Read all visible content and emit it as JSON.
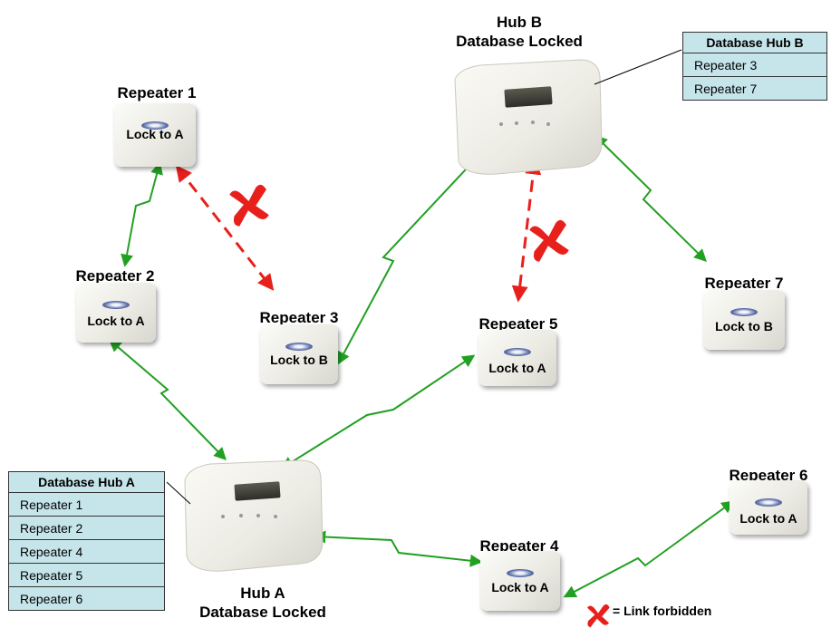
{
  "hub_a": {
    "name": "Hub A",
    "status": "Database Locked"
  },
  "hub_b": {
    "name": "Hub B",
    "status": "Database Locked"
  },
  "repeaters": [
    {
      "name": "Repeater 1",
      "lock": "Lock to A"
    },
    {
      "name": "Repeater 2",
      "lock": "Lock to A"
    },
    {
      "name": "Repeater 3",
      "lock": "Lock to B"
    },
    {
      "name": "Repeater 4",
      "lock": "Lock to A"
    },
    {
      "name": "Repeater 5",
      "lock": "Lock to A"
    },
    {
      "name": "Repeater 6",
      "lock": "Lock to A"
    },
    {
      "name": "Repeater 7",
      "lock": "Lock to B"
    }
  ],
  "db_a": {
    "title": "Database Hub A",
    "rows": [
      "Repeater 1",
      "Repeater 2",
      "Repeater 4",
      "Repeater 5",
      "Repeater 6"
    ]
  },
  "db_b": {
    "title": "Database Hub B",
    "rows": [
      "Repeater 3",
      "Repeater 7"
    ]
  },
  "legend": {
    "text": "= Link forbidden"
  },
  "colors": {
    "link": "#22a022",
    "forbidden": "#e8201c",
    "table_fill": "#c5e5ea"
  }
}
